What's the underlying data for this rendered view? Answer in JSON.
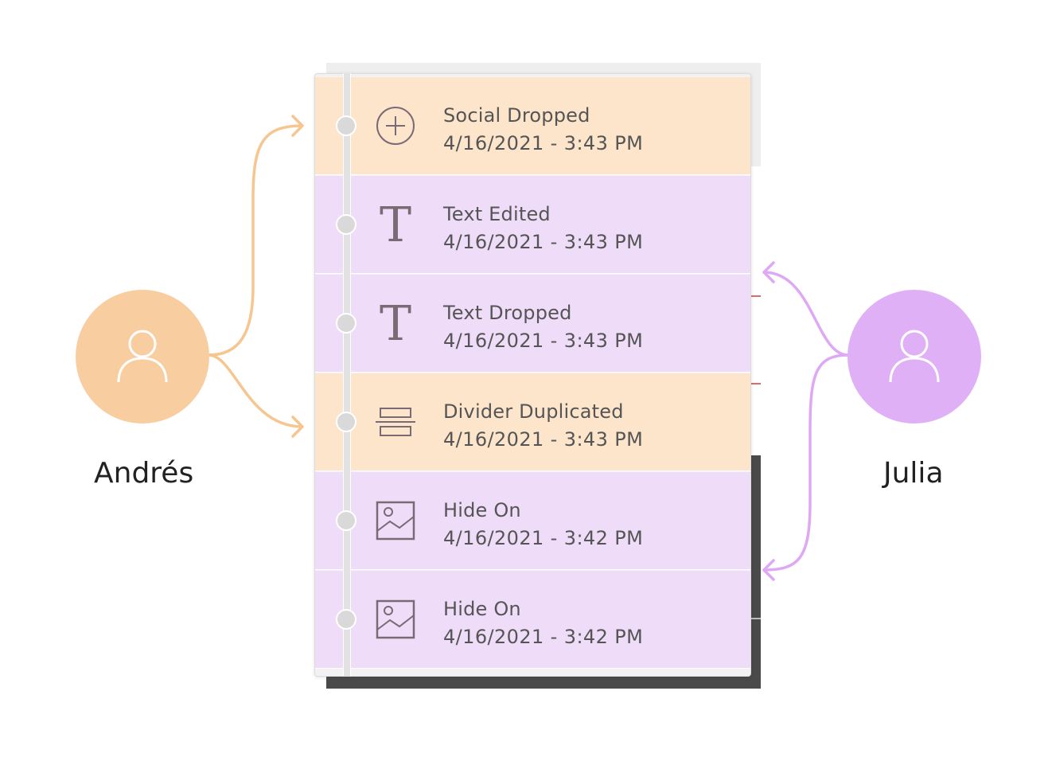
{
  "users": [
    {
      "id": "andres",
      "name": "Andrés",
      "color": "#f8cda0",
      "arrow_color": "#f6c590"
    },
    {
      "id": "julia",
      "name": "Julia",
      "color": "#e0b0f7",
      "arrow_color": "#dea8f5"
    }
  ],
  "history": [
    {
      "icon": "circle-plus-icon",
      "title": "Social Dropped",
      "time": "4/16/2021 - 3:43 PM",
      "user": "andres"
    },
    {
      "icon": "text-icon",
      "title": "Text Edited",
      "time": "4/16/2021 - 3:43 PM",
      "user": "julia"
    },
    {
      "icon": "text-icon",
      "title": "Text Dropped",
      "time": "4/16/2021 - 3:43 PM",
      "user": "julia"
    },
    {
      "icon": "divider-icon",
      "title": "Divider Duplicated",
      "time": "4/16/2021 - 3:43 PM",
      "user": "andres"
    },
    {
      "icon": "image-icon",
      "title": "Hide On",
      "time": "4/16/2021 - 3:42 PM",
      "user": "julia"
    },
    {
      "icon": "image-icon",
      "title": "Hide On",
      "time": "4/16/2021 - 3:42 PM",
      "user": "julia"
    }
  ],
  "colors": {
    "orange_row": "#fce5cb",
    "purple_row": "#eedcf8",
    "icon": "#7a6a76",
    "text": "#555555"
  }
}
